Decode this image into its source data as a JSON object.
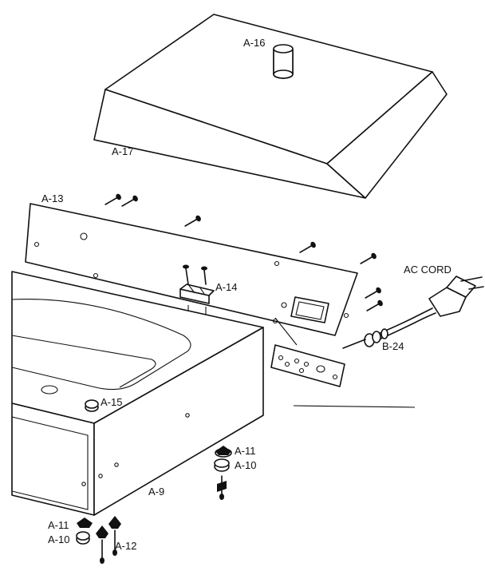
{
  "labels": {
    "a16": "A-16",
    "a17": "A-17",
    "a13": "A-13",
    "a14": "A-14",
    "ac_cord": "AC CORD",
    "b24": "B-24",
    "a15": "A-15",
    "a11_right": "A-11",
    "a10_right": "A-10",
    "a9": "A-9",
    "a11_left": "A-11",
    "a10_left": "A-10",
    "a12": "A-12"
  },
  "colors": {
    "ink": "#111111",
    "paper": "#ffffff"
  }
}
